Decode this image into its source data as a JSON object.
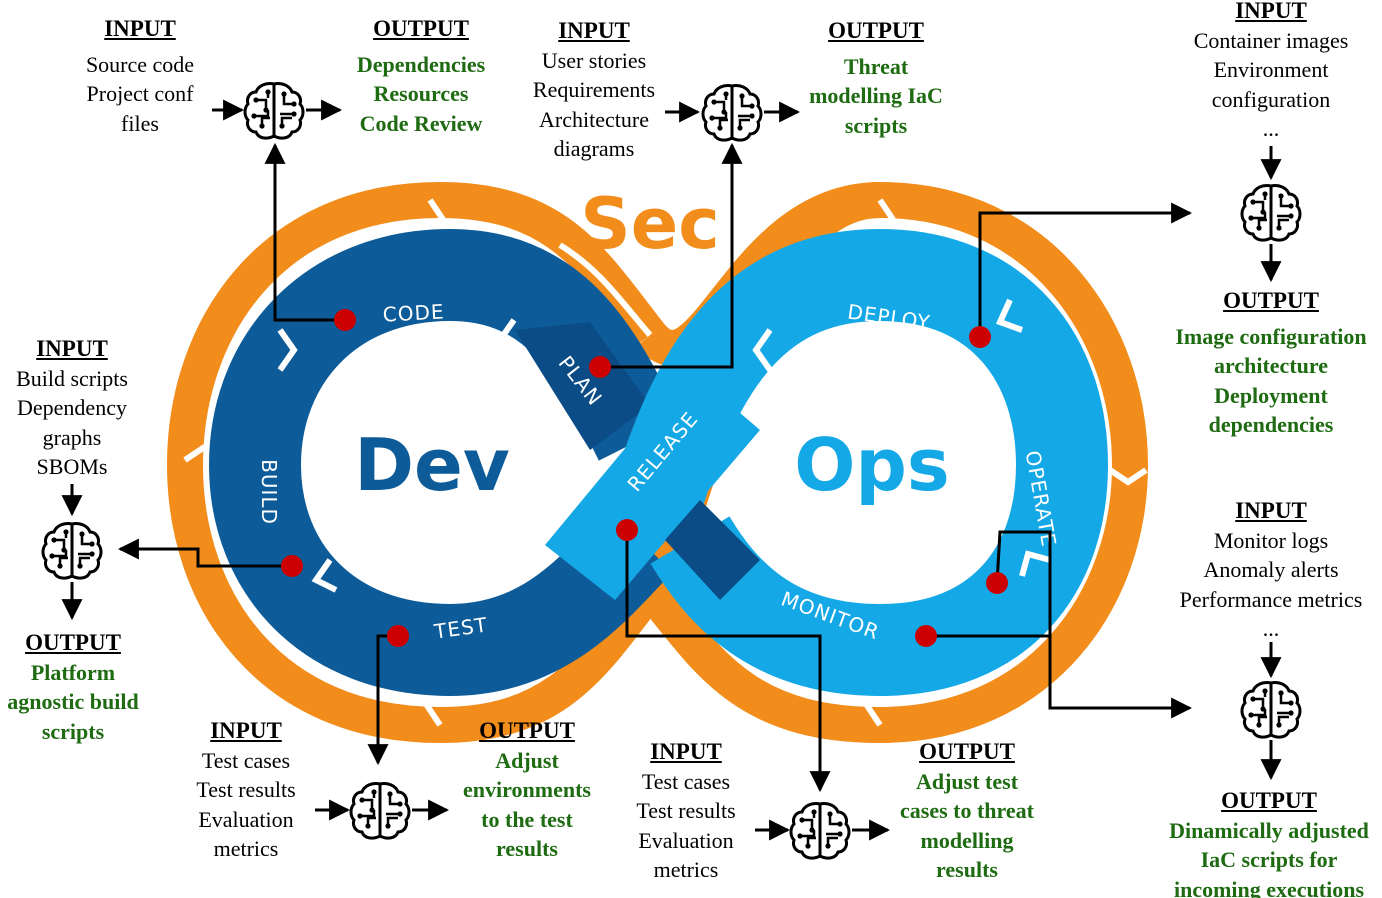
{
  "colors": {
    "orange": "#f28c1a",
    "dev_blue": "#0d5c99",
    "ops_blue": "#15a8e6",
    "plan_blue": "#0b4c86",
    "dot_red": "#cc0000",
    "output_green": "#1e6b12"
  },
  "logo": {
    "sec": "Sec",
    "dev": "Dev",
    "ops": "Ops"
  },
  "stages": {
    "plan": "PLAN",
    "code": "CODE",
    "build": "BUILD",
    "test": "TEST",
    "release": "RELEASE",
    "deploy": "DEPLOY",
    "operate": "OPERATE",
    "monitor": "MONITOR"
  },
  "icons": [
    "brain-circuit-icon"
  ],
  "blocks": [
    {
      "id": "code-input",
      "heading": "INPUT",
      "lines": [
        "Source code",
        "Project conf",
        "files"
      ]
    },
    {
      "id": "code-output",
      "heading": "OUTPUT",
      "lines": [
        "Dependencies",
        "Resources",
        "Code Review"
      ]
    },
    {
      "id": "plan-input",
      "heading": "INPUT",
      "lines": [
        "User stories",
        "Requirements",
        "Architecture",
        "diagrams"
      ]
    },
    {
      "id": "plan-output",
      "heading": "OUTPUT",
      "lines": [
        "Threat",
        "modelling IaC",
        "scripts"
      ]
    },
    {
      "id": "deploy-input",
      "heading": "INPUT",
      "lines": [
        "Container images",
        "Environment",
        "configuration",
        "..."
      ]
    },
    {
      "id": "deploy-output",
      "heading": "OUTPUT",
      "lines": [
        "Image configuration",
        "architecture",
        "Deployment",
        "dependencies"
      ]
    },
    {
      "id": "build-input",
      "heading": "INPUT",
      "lines": [
        "Build scripts",
        "Dependency",
        "graphs",
        "SBOMs"
      ]
    },
    {
      "id": "build-output",
      "heading": "OUTPUT",
      "lines": [
        "Platform",
        "agnostic build",
        "scripts"
      ]
    },
    {
      "id": "monitor-input",
      "heading": "INPUT",
      "lines": [
        "Monitor logs",
        "Anomaly alerts",
        "Performance metrics",
        "..."
      ]
    },
    {
      "id": "monitor-output",
      "heading": "OUTPUT",
      "lines": [
        "Dinamically adjusted",
        "IaC scripts for",
        "incoming executions"
      ]
    },
    {
      "id": "test-input",
      "heading": "INPUT",
      "lines": [
        "Test cases",
        "Test results",
        "Evaluation",
        "metrics"
      ]
    },
    {
      "id": "test-output",
      "heading": "OUTPUT",
      "lines": [
        "Adjust",
        "environments",
        "to the test",
        "results"
      ]
    },
    {
      "id": "release-input",
      "heading": "INPUT",
      "lines": [
        "Test cases",
        "Test results",
        "Evaluation",
        "metrics"
      ]
    },
    {
      "id": "release-output",
      "heading": "OUTPUT",
      "lines": [
        "Adjust test",
        "cases to threat",
        "modelling",
        "results"
      ]
    }
  ]
}
